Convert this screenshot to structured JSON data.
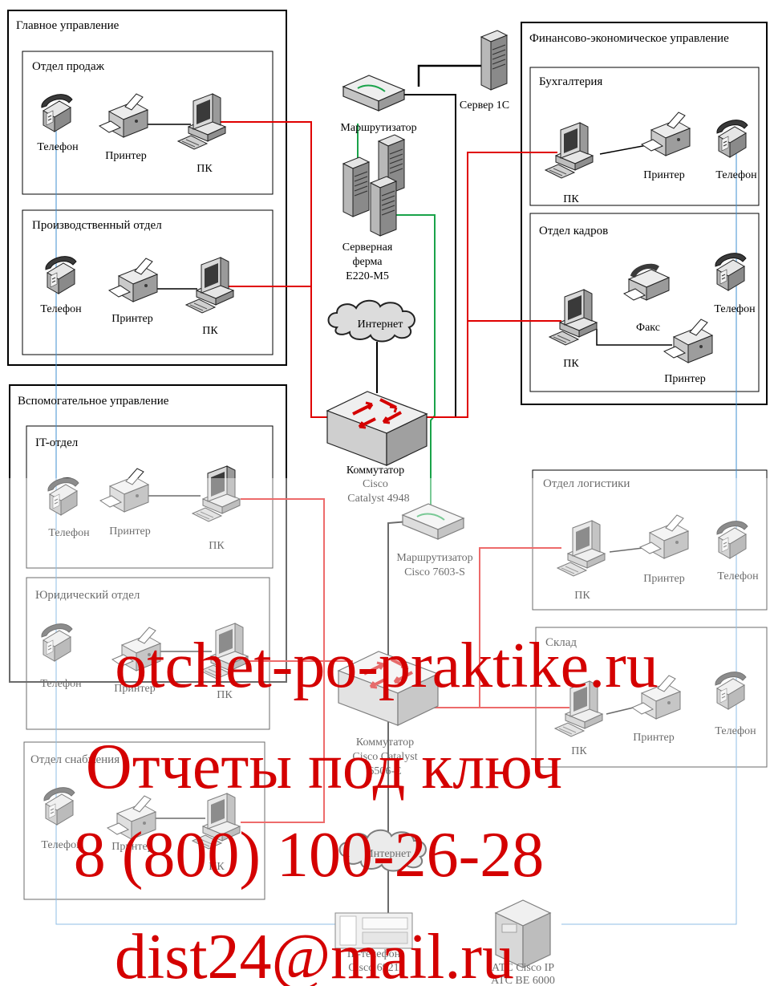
{
  "areas": {
    "main_admin": "Главное управление",
    "finance": "Финансово-экономическое управление",
    "aux_admin": "Вспомогательное управление"
  },
  "departments": {
    "sales": "Отдел продаж",
    "production": "Производственный отдел",
    "accounting": "Бухгалтерия",
    "hr": "Отдел кадров",
    "it": "IT-отдел",
    "legal": "Юридический отдел",
    "supply": "Отдел снабжения",
    "logistics": "Отдел логистики",
    "warehouse": "Склад"
  },
  "devices": {
    "phone": "Телефон",
    "printer": "Принтер",
    "pc": "ПК",
    "fax": "Факс",
    "router": "Маршрутизатор",
    "server_1c": "Сервер 1С",
    "server_farm": [
      "Серверная",
      "ферма",
      "E220-M5"
    ],
    "internet": "Интернет",
    "switch1": [
      "Коммутатор",
      "Cisco",
      "Catalyst 4948"
    ],
    "router2": [
      "Маршрутизатор",
      "Cisco 7603-S"
    ],
    "switch2": [
      "Коммутатор",
      "Cisco Catalyst",
      "6506-E"
    ],
    "ip_phone": [
      "IP-телефон",
      "Cisco 6921"
    ],
    "pbx": [
      "АТС Cisco IP",
      "АТС BE 6000"
    ]
  },
  "watermark": {
    "line1": "otchet-po-praktike.ru",
    "line2": "Отчеты под ключ",
    "line3": "8 (800) 100-26-28",
    "line4": "dist24@mail.ru"
  },
  "colors": {
    "red_link": "#e00000",
    "green_link": "#1aa34a",
    "blue_link": "#3f8fd0",
    "black_link": "#000000",
    "watermark": "#d40000"
  }
}
